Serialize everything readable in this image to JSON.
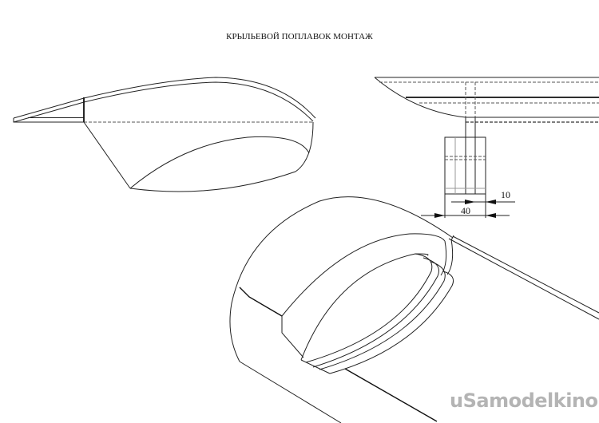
{
  "title": "КРЫЛЬЕВОЙ ПОПЛАВОК МОНТАЖ",
  "dimensions": {
    "width": "40",
    "offset": "10"
  },
  "watermark": "uSamodelkino.ru"
}
